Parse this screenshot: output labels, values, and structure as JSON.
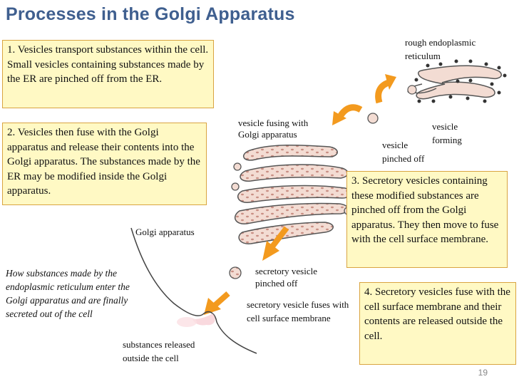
{
  "title": "Processes in the Golgi Apparatus",
  "steps": [
    "1. Vesicles transport substances within the cell. Small vesicles containing substances made by the ER are pinched off from the ER.",
    "2. Vesicles then fuse with the Golgi apparatus and release their contents into the Golgi apparatus. The substances made by the ER may be modified inside the Golgi apparatus.",
    "3. Secretory vesicles containing these modified substances are pinched off from the Golgi apparatus. They then move to fuse with the cell surface membrane.",
    "4. Secretory vesicles fuse with the cell surface membrane and their contents are released outside the cell."
  ],
  "labels": {
    "rough_er": "rough endoplasmic reticulum",
    "vesicle_forming": "vesicle forming",
    "vesicle_pinched": "vesicle pinched off",
    "vesicle_fusing": "vesicle fusing with Golgi apparatus",
    "golgi": "Golgi apparatus",
    "secretory_pinched": "secretory vesicle pinched off",
    "secretory_fuses": "secretory vesicle fuses with cell surface membrane",
    "released": "substances released outside the cell"
  },
  "caption": "How substances made by the endoplasmic reticulum enter the Golgi apparatus and are finally secreted out of the cell",
  "page_number": "19",
  "colors": {
    "title": "#3f5f8f",
    "box_fill": "#fff9c4",
    "box_border": "#d9a441",
    "arrow": "#f39a1e",
    "organelle_fill": "#f3dcd3",
    "organelle_stroke": "#555555"
  }
}
